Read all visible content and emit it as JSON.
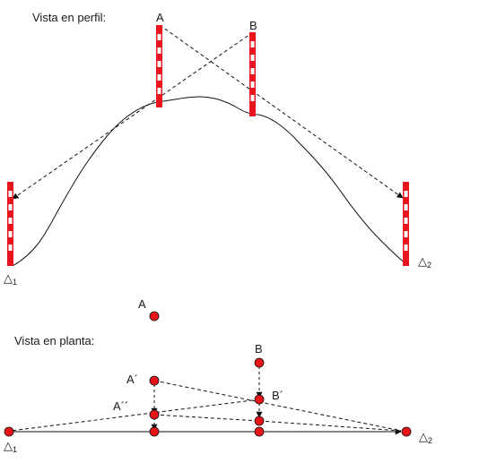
{
  "profile": {
    "title": "Vista en perfil:",
    "label_a": "A",
    "label_b": "B",
    "label_d1": "△",
    "label_d1_sub": "1",
    "label_d2": "△",
    "label_d2_sub": "2"
  },
  "plan": {
    "title": "Vista en planta:",
    "label_a": "A",
    "label_b": "B",
    "label_a1": "A´",
    "label_a2": "A´´",
    "label_b1": "B´",
    "label_d1": "△",
    "label_d1_sub": "1",
    "label_d2": "△",
    "label_d2_sub": "2"
  },
  "colors": {
    "rod_red": "#e8141e",
    "point_red": "#e81418",
    "line": "#111111"
  }
}
